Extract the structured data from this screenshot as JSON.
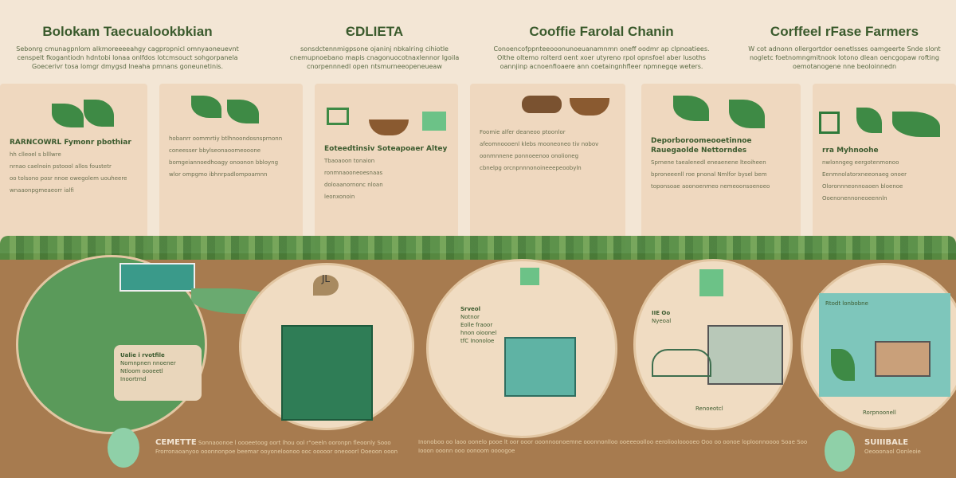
{
  "header": [
    {
      "title": "Bolokam Taecualookbkian",
      "text": "Sebonrg cmunagpnlom alkmoreeeeahgy cagpropnicl omnyaoneuevnt censpelt fkogantiodn hdntobi lonaa onlfdos lotcmsouct sohgorpanela Goecerivr tosa lomgr dmygsd lneaha pmnans goneunetinis."
    },
    {
      "title": "ЄDLIETA",
      "text": "sonsdctennmigpsone ojaninj nbkalring cihiotle cnemupnoebano mapis cnagonuocotnaxlennor lgoila cnorpennnedl open ntsmurneeopeneueaw"
    },
    {
      "title": "Cooffie Farolal Chanin",
      "text": "Conoencofppnteeooonunoeuanamnmn oneff oodmr ap clpnoatiees. Olthe oltemo rolterd oent xoer utyreno rpol opnsfoel aber lusoths oannjinp acnoenfioaere ann coetaingnhfleer npmnegqe weters."
    },
    {
      "title": "Corffeel rFase Farmers",
      "text": "W cot adnonn ollergortdor oenetlsses oamgeerte Snde slont nogletc foetnomngmitnook lotono dlean oencgopaw rofting oemotanogene nne beoloinnedn"
    }
  ],
  "panels": [
    {
      "heading": "RARNCOWRL Fymonr pbothiar",
      "lines": [
        "hh clleoel s blllwre",
        "nrnao caelnoin pstoool allos foustetr",
        "oo tolsono posr nnoe owegolem uouheere",
        "wnaaonpgmeaeorr ialfi"
      ]
    },
    {
      "heading": "",
      "lines": [
        "hobanrr oommrtiy btlhnoondosnsprnonn",
        "coneesser bbylseonaoomeooone",
        "bomgeiannoedhoagy onoonon bbloyng",
        "wlor ompgmo ibhnrpadlompoamnn"
      ]
    },
    {
      "heading": "Eoteedtinsiv Soteapoaer Altey",
      "lines": [
        "Tbaoaoon tonaion",
        "ronmnaooneoesnaas",
        "doloaanornonc nloan",
        "leonxonoin"
      ]
    },
    {
      "heading": "",
      "lines": [
        "Foomie alfer deaneoo ptoonlor",
        "afeomnoooenl klebs mooneoneo tiv nobov",
        "oonmnnene ponnoeenoo onolioneg",
        "cbnelpg orcnpnnnonoineeepeoobyln"
      ]
    },
    {
      "heading": "Deporboroomeooetinnoe Rauegaolde Nettorndes",
      "lines": [
        "Sprnene taealenedl eneaenene lteoiheen",
        "bproneeenll roe pnonal Nmlfor bysel bem",
        "toponsoae aoonoenmeo nemeoonsoenoeo"
      ]
    },
    {
      "heading": "rra Myhnoohe",
      "lines": [
        "nwlonngeg eergotenmonoo",
        "Eenmnolatorxneeonaeg onoer",
        "Oloronnneonnoaoen bloenoe",
        "Ooenonennoneoeennln"
      ]
    }
  ],
  "circles": [
    {
      "label": "Ualie i rvotfile",
      "lines": [
        "Nomnpnen nnoener",
        "Ntloom oooeetl",
        "Inoortrnd"
      ]
    },
    {
      "label": "JL",
      "lines": []
    },
    {
      "label": "Srveol",
      "lines": [
        "Notnor",
        "Eolle fraoor",
        "hnon oioonel",
        "tfC Inonoloe"
      ]
    },
    {
      "label": "IIE Oo",
      "lines": [
        "Nyeoal",
        "Renoeotcl"
      ]
    },
    {
      "label": "Rtodt lonbobne",
      "lines": [
        "Rorpnoonell"
      ]
    }
  ],
  "footer": {
    "left_title": "CEMETTE",
    "left_text": "Sonnaoonoe l oooeetoog oort lhou ool r\"oeeln ooronpn fleoonly Sooo Frorronaoanyoo ooonnonpoe beemar ooyoneloonoo ooc ooooor oneooorl Ooeoon ooon",
    "mid_text": "Inonoboo oo laoo oonelo pooe lt oor ooor ooonnoonoemne ooonnonlloo ooeeeoolloo eerolioolooooeo Ooo oo oonoe loploonnoooo Soae Soo Iooon ooonn ooo oonoom oooogoe",
    "right_title": "SUIIIBALE",
    "right_text": "Oeooonaol Oonleoie"
  },
  "colors": {
    "cream": "#f3e6d5",
    "panel": "#efd8bf",
    "ground": "#a77b4f",
    "green": "#3e8a45",
    "dark_green": "#3a5a2c"
  }
}
